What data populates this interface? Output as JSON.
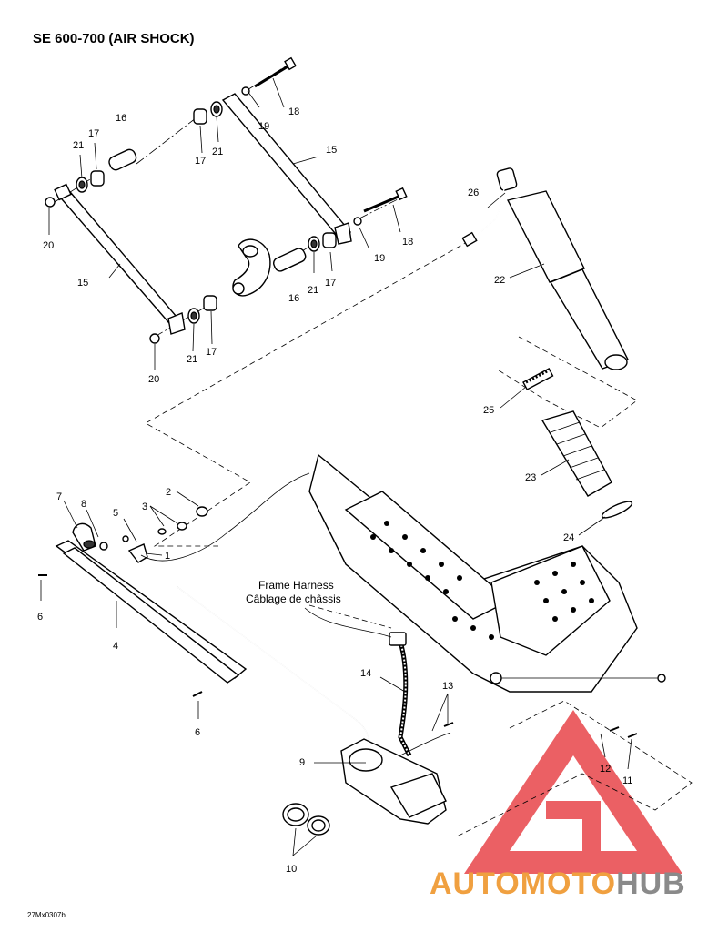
{
  "header": {
    "title": "SE 600-700 (AIR SHOCK)"
  },
  "footer": {
    "code": "27Mx0307b"
  },
  "harness_label": {
    "en": "Frame Harness",
    "fr": "Câblage de châssis"
  },
  "callouts": {
    "c1": "1",
    "c2": "2",
    "c3": "3",
    "c4": "4",
    "c5": "5",
    "c6a": "6",
    "c6b": "6",
    "c7": "7",
    "c8": "8",
    "c9": "9",
    "c10": "10",
    "c11": "11",
    "c12": "12",
    "c13": "13",
    "c14": "14",
    "c15a": "15",
    "c15b": "15",
    "c16a": "16",
    "c16b": "16",
    "c17a": "17",
    "c17b": "17",
    "c17c": "17",
    "c17d": "17",
    "c18a": "18",
    "c18b": "18",
    "c19a": "19",
    "c19b": "19",
    "c20a": "20",
    "c20b": "20",
    "c21a": "21",
    "c21b": "21",
    "c21c": "21",
    "c21d": "21",
    "c22": "22",
    "c23": "23",
    "c24": "24",
    "c25": "25",
    "c26": "26"
  },
  "watermark": {
    "part1": "AUTOMOTO",
    "part2": "HUB",
    "color_red": "#e33b3b",
    "color_orange": "#f0a040",
    "color_gray": "#8a8a8a"
  }
}
